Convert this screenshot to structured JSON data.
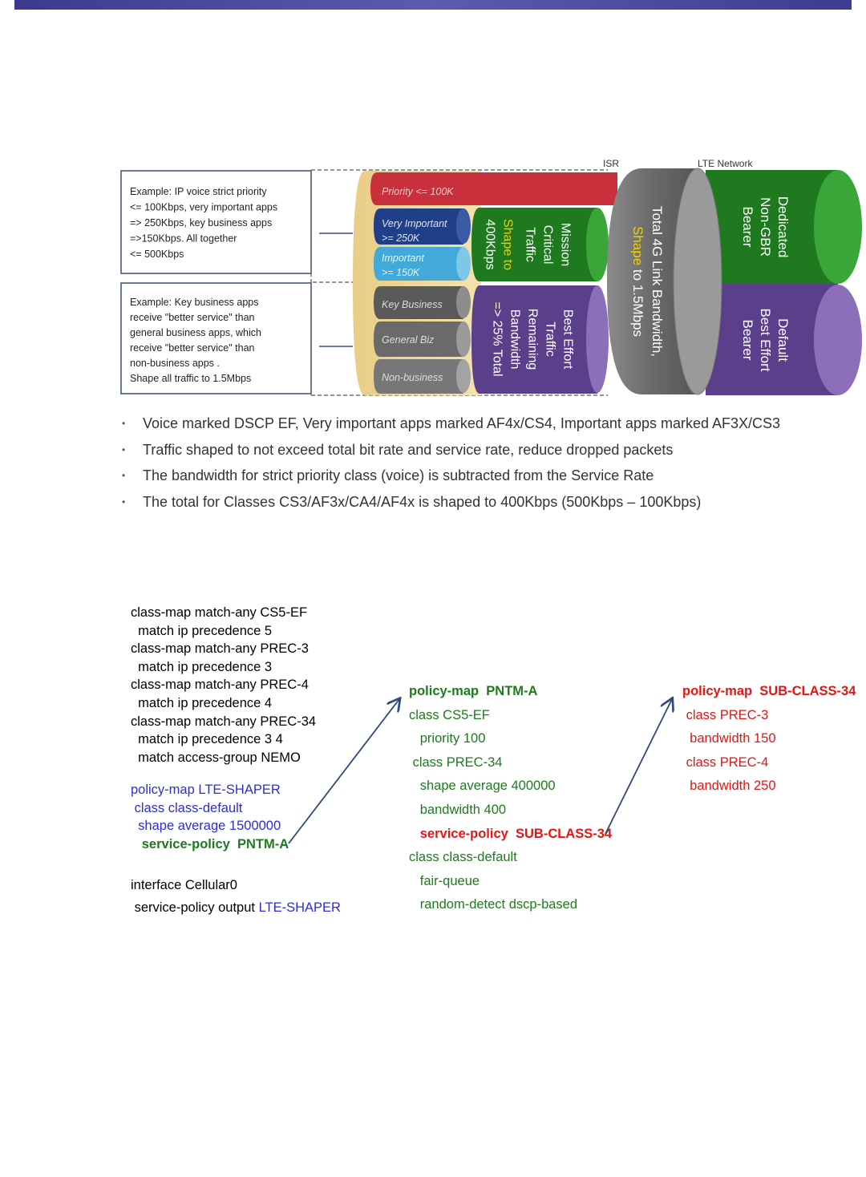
{
  "colors": {
    "title_bar": "#3b3a8e",
    "priority": "#c8303c",
    "very_important": "#1f3f88",
    "important": "#43a9d8",
    "mission_critical": "#1f7a1f",
    "best_effort": "#5b3f8a",
    "gray_pipe": "#6f6f6f",
    "code_black": "#000000",
    "code_blue": "#2d2dd4",
    "code_green": "#1e7a1e",
    "code_red": "#e51515"
  },
  "diagram": {
    "isr_label": "ISR",
    "lte_label": "LTE Network",
    "box1": [
      "Example:  IP voice strict priority",
      "<= 100Kbps, very important apps",
      "=> 250Kbps, key business apps",
      "=>150Kbps.  All together",
      "<= 500Kbps"
    ],
    "box2": [
      "Example:  Key business apps",
      "receive \"better service\" than",
      "general business apps, which",
      "receive \"better service\" than",
      "non-business  apps .",
      "Shape all traffic to 1.5Mbps"
    ],
    "priority": "Priority <= 100K",
    "very_important": [
      "Very Important",
      ">= 250K"
    ],
    "important": [
      "Important",
      ">= 150K"
    ],
    "key_business": "Key Business",
    "general_biz": "General Biz",
    "non_business": "Non-business",
    "mission_critical": [
      "Mission",
      "Critical",
      "Traffic"
    ],
    "shape_to": [
      "Shape to",
      "400Kbps"
    ],
    "best_effort": [
      "Best Effort",
      "Traffic",
      "Remaining",
      "Bandwidth",
      "=> 25% Total"
    ],
    "total_link": [
      "Total 4G Link Bandwidth,"
    ],
    "shape_link": [
      "Shape",
      " to 1.5Mbps"
    ],
    "dedicated": [
      "Dedicated",
      "Non-GBR",
      "Bearer"
    ],
    "default": [
      "Default",
      "Best Effort",
      "Bearer"
    ]
  },
  "bullets": [
    "Voice marked DSCP EF, Very important apps marked AF4x/CS4, Important apps marked AF3X/CS3",
    "Traffic shaped to not exceed total bit rate and service rate, reduce dropped packets",
    "The bandwidth for strict priority class (voice) is subtracted from the Service Rate",
    "The total for Classes CS3/AF3x/CA4/AF4x is shaped to 400Kbps (500Kbps – 100Kbps)"
  ],
  "code_left": {
    "class_maps": [
      "class-map match-any CS5-EF",
      "  match ip precedence 5",
      "class-map match-any PREC-3",
      "  match ip precedence 3",
      "class-map match-any PREC-4",
      "  match ip precedence 4",
      "class-map match-any PREC-34",
      "  match ip precedence 3 4",
      "  match access-group NEMO"
    ],
    "policy": [
      "policy-map LTE-SHAPER",
      " class class-default",
      "  shape average 1500000"
    ],
    "service_policy": "   service-policy  PNTM-A",
    "interface": "interface Cellular0",
    "iface_sp_prefix": " service-policy output ",
    "iface_sp_name": "LTE-SHAPER"
  },
  "code_mid": {
    "title": "policy-map  PNTM-A",
    "lines": [
      "class CS5-EF",
      "   priority 100",
      " class PREC-34",
      "   shape average 400000",
      "   bandwidth 400"
    ],
    "service_policy": "   service-policy  SUB-CLASS-34",
    "tail": [
      "class class-default",
      "   fair-queue",
      "   random-detect dscp-based"
    ]
  },
  "code_right": {
    "title": "policy-map  SUB-CLASS-34",
    "lines": [
      " class PREC-3",
      "  bandwidth 150",
      " class PREC-4",
      "  bandwidth 250"
    ]
  }
}
